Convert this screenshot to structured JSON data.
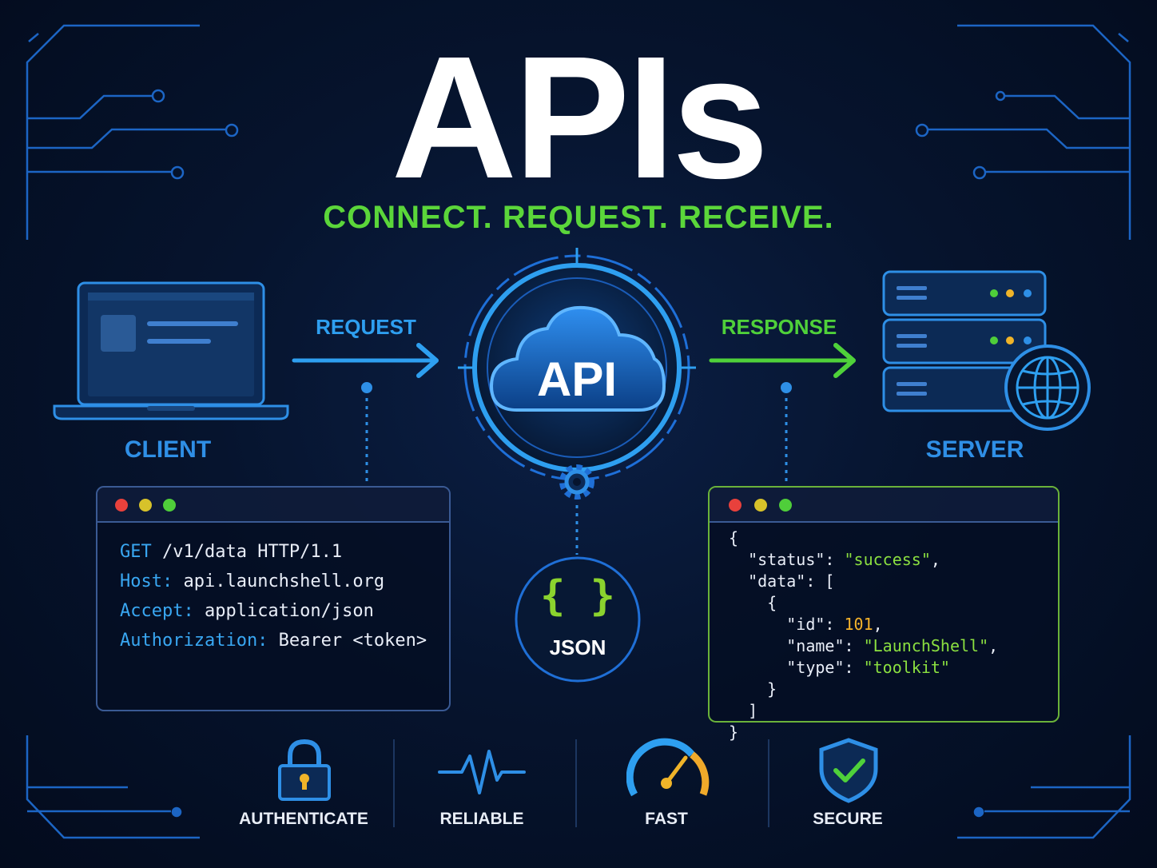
{
  "title": "APIs",
  "tagline": "CONNECT. REQUEST. RECEIVE.",
  "client": {
    "label": "CLIENT"
  },
  "server": {
    "label": "SERVER"
  },
  "request_arrow": {
    "label": "REQUEST",
    "color": "#2e9ff0"
  },
  "response_arrow": {
    "label": "RESPONSE",
    "color": "#4fd13a"
  },
  "api_hub": {
    "label": "API"
  },
  "json_badge": {
    "symbol": "{ }",
    "label": "JSON"
  },
  "request_code": {
    "line1": {
      "key": "GET",
      "value": " /v1/data HTTP/1.1"
    },
    "line2": {
      "key": "Host:",
      "value": " api.launchshell.org"
    },
    "line3": {
      "key": "Accept:",
      "value": " application/json"
    },
    "line4": {
      "key": "Authorization:",
      "value": " Bearer <token>"
    }
  },
  "response_code": {
    "l1": "{",
    "l2_key": "  \"status\"",
    "l2_sep": ": ",
    "l2_val": "\"success\"",
    "l2_end": ",",
    "l3_key": "  \"data\"",
    "l3_sep": ": [",
    "l4": "    {",
    "l5_key": "      \"id\"",
    "l5_sep": ": ",
    "l5_val": "101",
    "l5_end": ",",
    "l6_key": "      \"name\"",
    "l6_sep": ": ",
    "l6_val": "\"LaunchShell\"",
    "l6_end": ",",
    "l7_key": "      \"type\"",
    "l7_sep": ": ",
    "l7_val": "\"toolkit\"",
    "l8": "    }",
    "l9": "  ]",
    "l10": "}"
  },
  "features": [
    {
      "label": "AUTHENTICATE",
      "icon": "lock-icon"
    },
    {
      "label": "RELIABLE",
      "icon": "pulse-icon"
    },
    {
      "label": "FAST",
      "icon": "speedometer-icon"
    },
    {
      "label": "SECURE",
      "icon": "shield-check-icon"
    }
  ],
  "colors": {
    "background": "#06142e",
    "accent_blue": "#2e9ff0",
    "accent_green": "#4fd13a",
    "window_red": "#e8413c",
    "window_yellow": "#d7c22a",
    "window_green": "#4fce3a"
  }
}
